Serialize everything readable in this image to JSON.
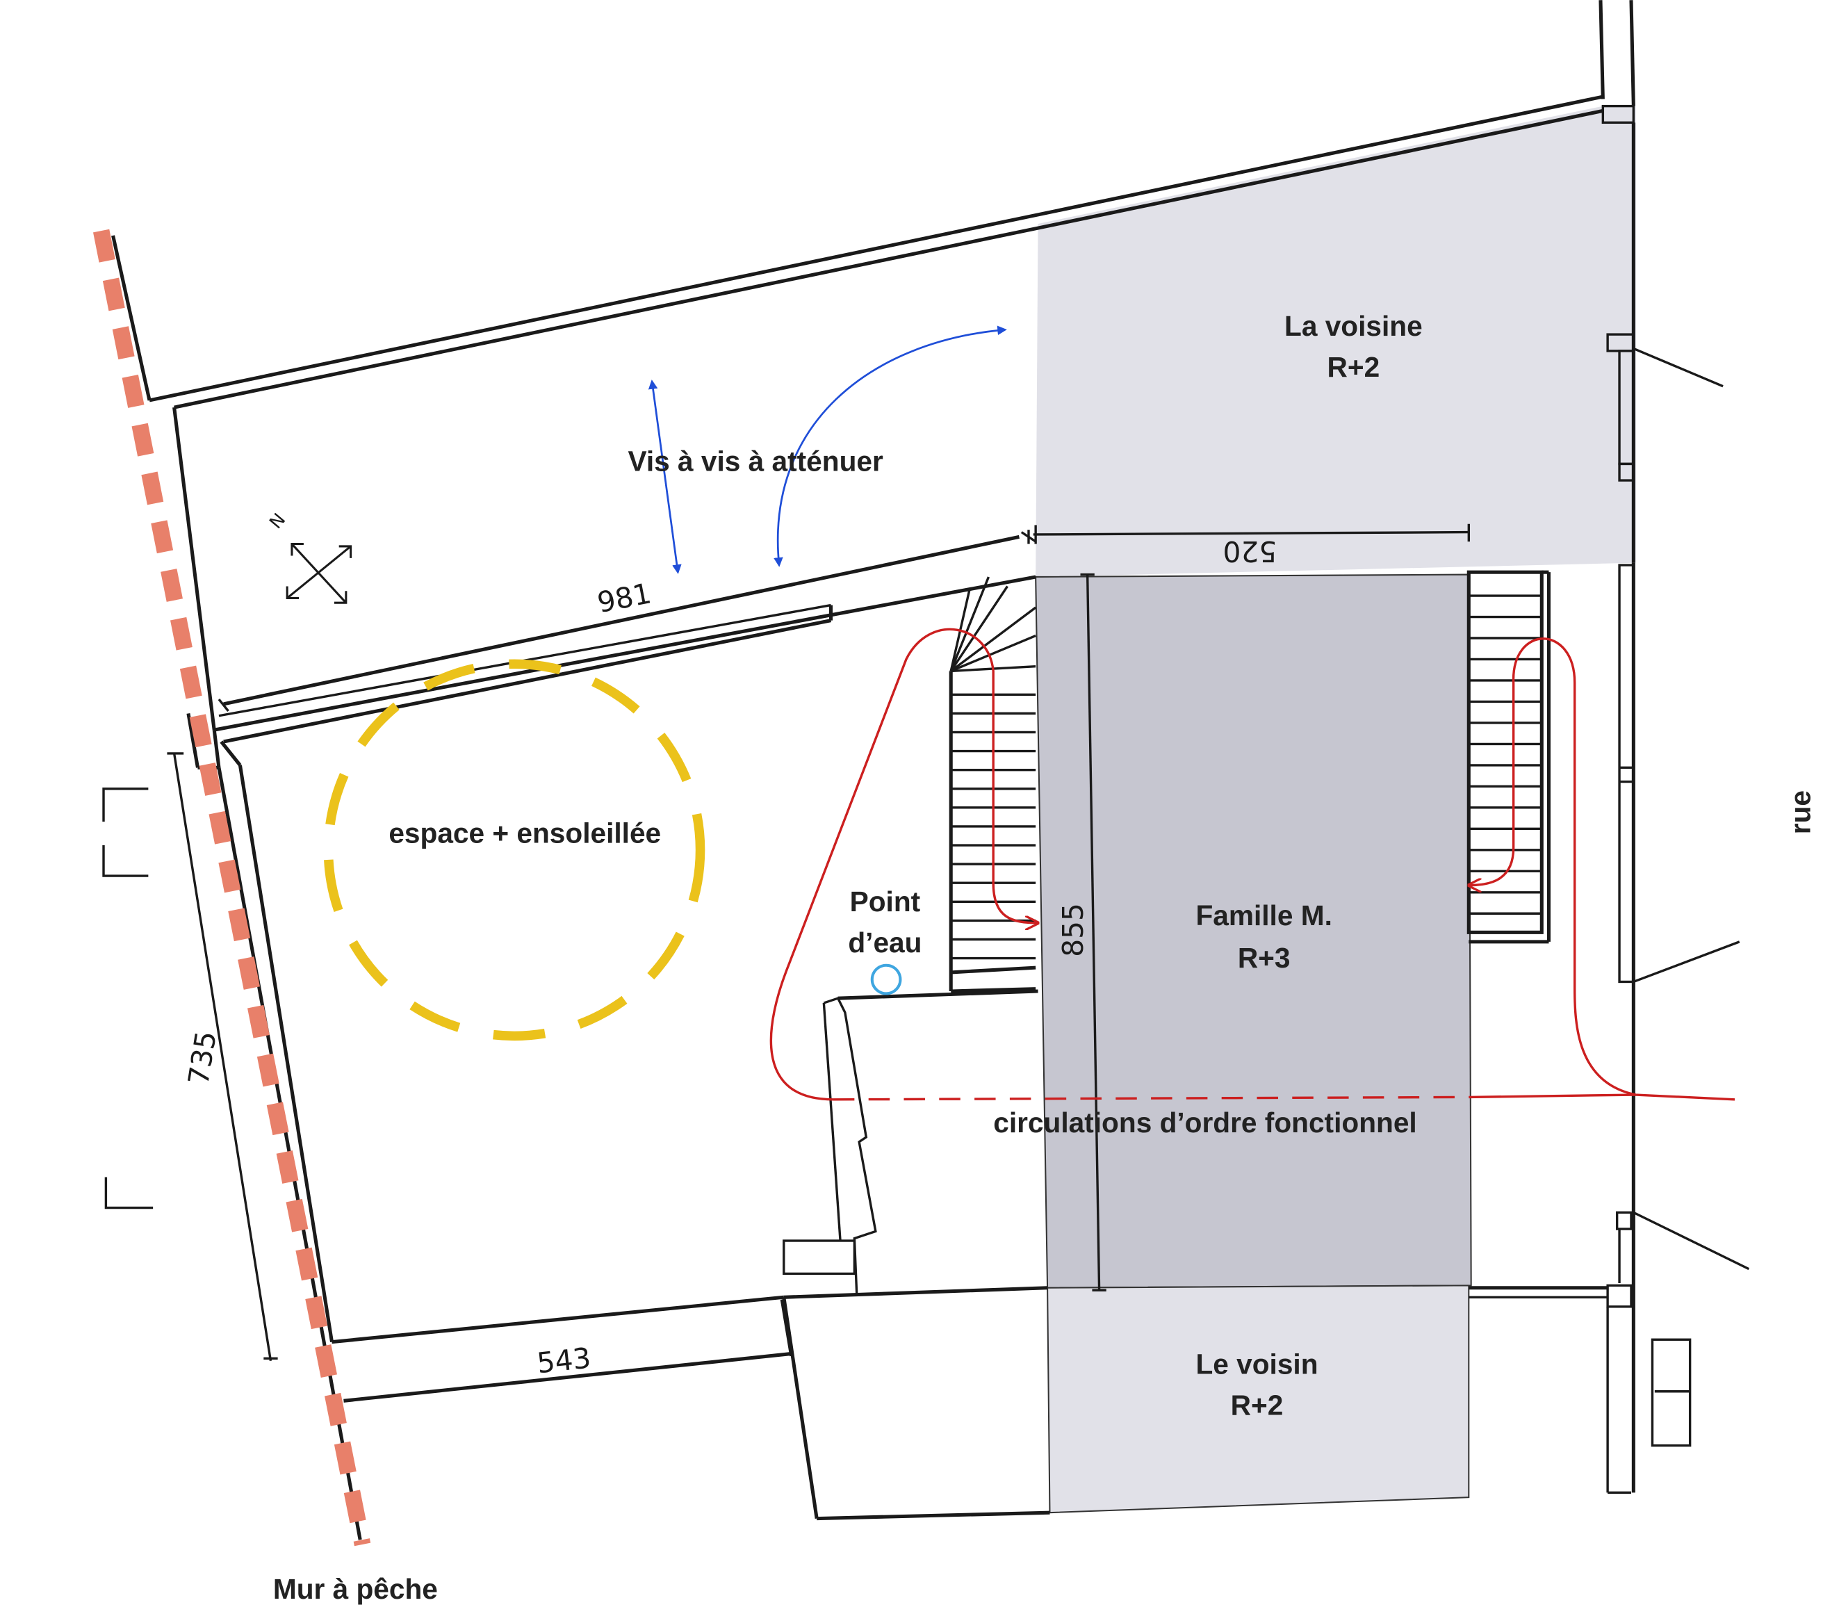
{
  "labels": {
    "neighbour_top_name": "La voisine",
    "neighbour_top_level": "R+2",
    "family_name": "Famille M.",
    "family_level": "R+3",
    "neighbour_bottom_name": "Le voisin",
    "neighbour_bottom_level": "R+2",
    "vis_a_vis": "Vis à vis à atténuer",
    "sunny_space": "espace + ensoleillée",
    "water_point_line1": "Point",
    "water_point_line2": "d’eau",
    "circulations": "circulations d’ordre fonctionnel",
    "wall": "Mur à pêche",
    "street": "rue",
    "north": "N"
  },
  "dimensions": {
    "d981": "981",
    "d520": "520",
    "d855": "855",
    "d735": "735",
    "d543": "543"
  },
  "colors": {
    "neighbour_fill": "#e1e1e8",
    "family_fill": "#c6c6d0",
    "wall_dash": "#e8806a",
    "sun_dash": "#ebc21b",
    "circulation": "#cc1f1f",
    "view_arrow": "#1f4ed8",
    "water_point": "#3fa6e0",
    "line": "#1a1a1a"
  },
  "icons": {
    "north": "north-arrow-icon",
    "water": "water-point-icon"
  }
}
